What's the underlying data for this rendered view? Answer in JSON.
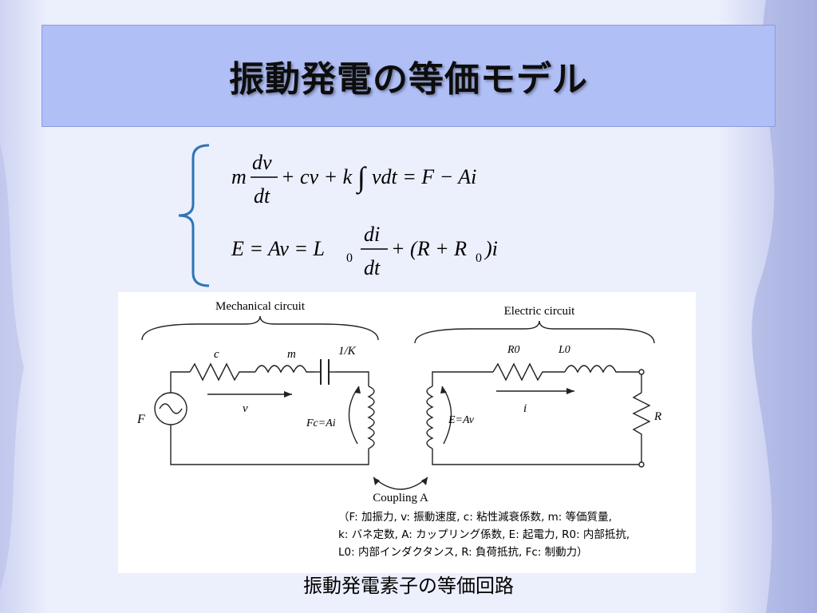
{
  "slide": {
    "title": "振動発電の等価モデル",
    "caption": "振動発電素子の等価回路"
  },
  "equation1": {
    "m": "m",
    "num": "dv",
    "den": "dt",
    "rest": "+ cv + k",
    "integral": "∫",
    "rhs": "vdt = F − Ai"
  },
  "equation2": {
    "lhs": "E = Av = L",
    "sub0": "0",
    "num": "di",
    "den": "dt",
    "rest_a": "+ (R + R",
    "sub1": "0",
    "rest_b": ")i"
  },
  "diagram": {
    "mech_title": "Mechanical circuit",
    "elec_title": "Electric circuit",
    "label_c": "c",
    "label_m": "m",
    "label_cap": "1/K",
    "label_F": "F",
    "label_v": "v",
    "label_Fc": "Fc=Ai",
    "label_E": "E=Av",
    "label_R0": "R0",
    "label_L0": "L0",
    "label_i": "i",
    "label_R": "R",
    "coupling": "Coupling A",
    "legend_line1": "（F: 加振力, v: 振動速度, c: 粘性減衰係数, m: 等価質量,",
    "legend_line2": "k: バネ定数, A: カップリング係数, E: 起電力, R0: 内部抵抗,",
    "legend_line3": "L0: 内部インダクタンス, R: 負荷抵抗, Fc: 制動力）"
  },
  "colors": {
    "title_bg": "#b1bff7",
    "brace": "#2e75b6",
    "background": "#eceffc"
  }
}
